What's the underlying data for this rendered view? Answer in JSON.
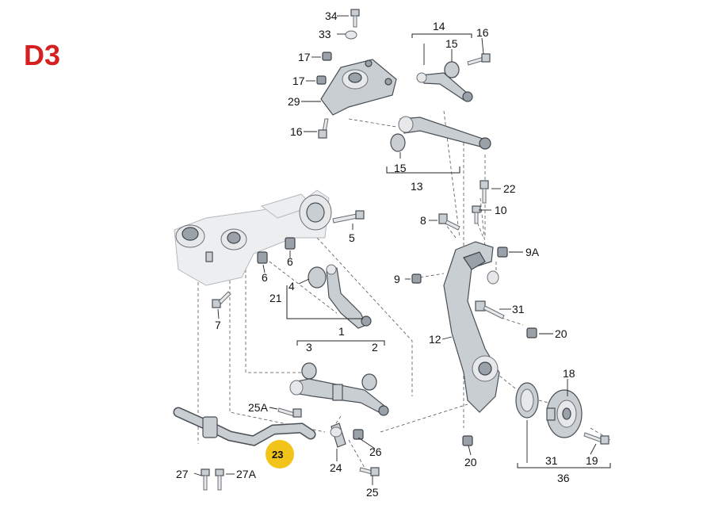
{
  "sheet_id": "D3",
  "highlight_color": "#f2c318",
  "sheet_id_color": "#d42020",
  "callouts": {
    "p34": "34",
    "p33": "33",
    "p17a": "17",
    "p17b": "17",
    "p29": "29",
    "p16a": "16",
    "p14": "14",
    "p15a": "15",
    "p16b": "16",
    "p15b": "15",
    "p13": "13",
    "p22": "22",
    "p8": "8",
    "p10": "10",
    "p5": "5",
    "p6a": "6",
    "p6b": "6",
    "p9a": "9A",
    "p9": "9",
    "p4": "4",
    "p21": "21",
    "p31a": "31",
    "p7": "7",
    "p1": "1",
    "p20a": "20",
    "p12": "12",
    "p3": "3",
    "p2": "2",
    "p18": "18",
    "p25a": "25A",
    "p23": "23",
    "p26": "26",
    "p24": "24",
    "p20b": "20",
    "p31b": "31",
    "p19": "19",
    "p27": "27",
    "p27a": "27A",
    "p25": "25",
    "p36": "36"
  }
}
